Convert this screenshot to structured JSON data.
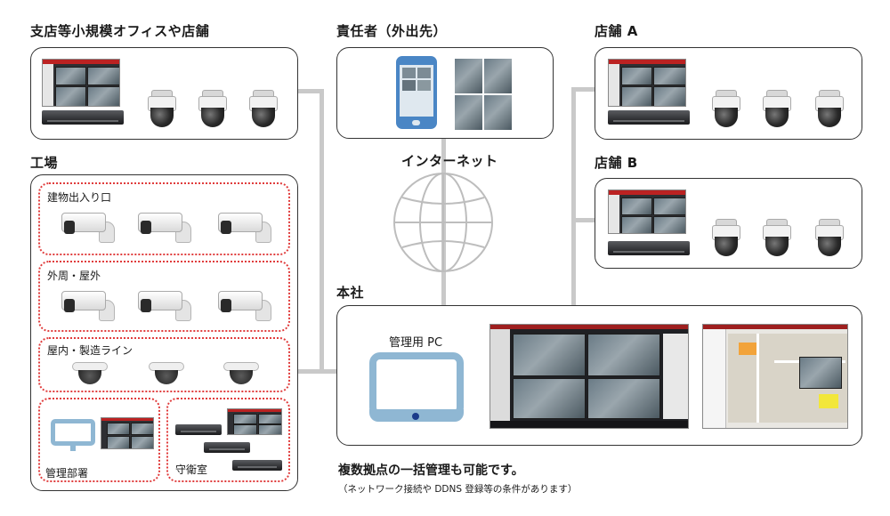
{
  "headings": {
    "branch_small_office": "支店等小規模オフィスや店舗",
    "manager_remote": "責任者（外出先）",
    "store_a": "店舗 A",
    "store_b": "店舗 B",
    "factory": "工場",
    "head_office": "本社",
    "internet": "インターネット"
  },
  "factory_zones": {
    "entrance": "建物出入り口",
    "perimeter": "外周・屋外",
    "indoor": "屋内・製造ライン",
    "admin": "管理部署",
    "guard": "守衛室"
  },
  "head_office": {
    "pc_label": "管理用 PC"
  },
  "footer": {
    "main": "複数拠点の一括管理も可能です。",
    "note": "（ネットワーク接続や DDNS 登録等の条件があります）"
  },
  "colors": {
    "dotted_border": "#e03c3c",
    "connector": "#c9c9c9",
    "monitor_blue": "#8fb7d3",
    "phone_blue": "#4a86c5"
  }
}
